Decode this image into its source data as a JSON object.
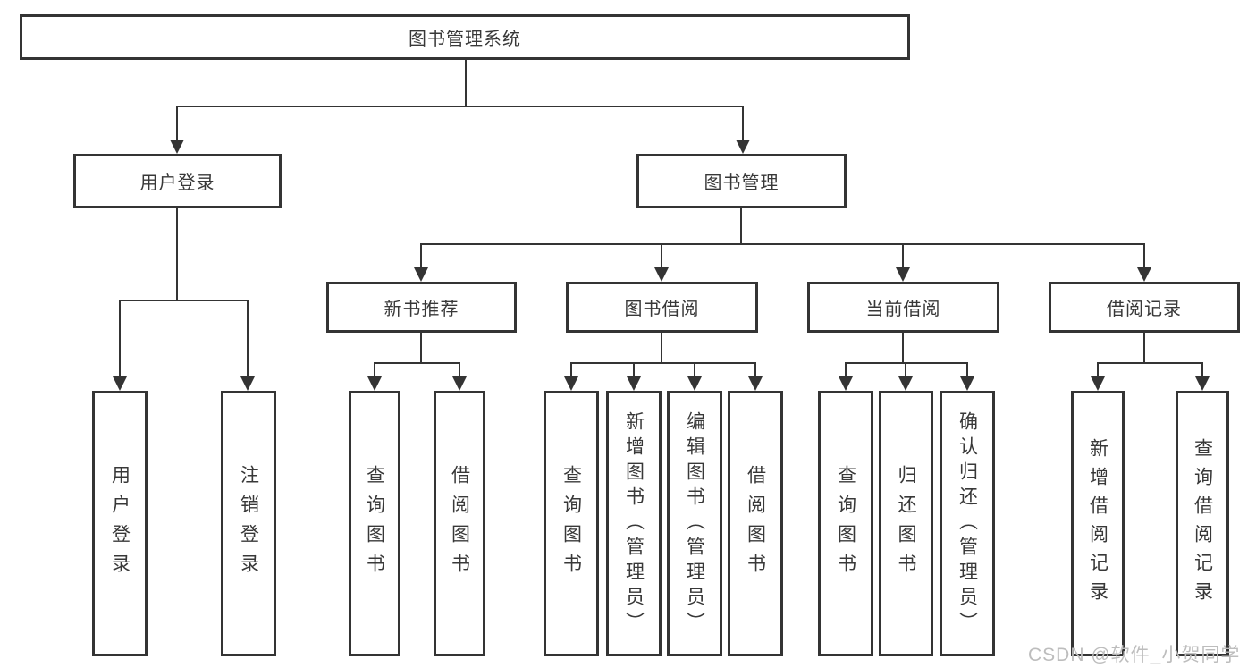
{
  "tree": {
    "label": "图书管理系统",
    "children": [
      {
        "label": "用户登录",
        "children": [
          {
            "label": "用户登录"
          },
          {
            "label": "注销登录"
          }
        ]
      },
      {
        "label": "图书管理",
        "children": [
          {
            "label": "新书推荐",
            "children": [
              {
                "label": "查询图书"
              },
              {
                "label": "借阅图书"
              }
            ]
          },
          {
            "label": "图书借阅",
            "children": [
              {
                "label": "查询图书"
              },
              {
                "label": "新增图书（管理员）"
              },
              {
                "label": "编辑图书（管理员）"
              },
              {
                "label": "借阅图书"
              }
            ]
          },
          {
            "label": "当前借阅",
            "children": [
              {
                "label": "查询图书"
              },
              {
                "label": "归还图书"
              },
              {
                "label": "确认归还（管理员）"
              }
            ]
          },
          {
            "label": "借阅记录",
            "children": [
              {
                "label": "新增借阅记录"
              },
              {
                "label": "查询借阅记录"
              }
            ]
          }
        ]
      }
    ]
  },
  "watermark": {
    "text": "CSDN @软件_小贺同学"
  },
  "colors": {
    "line": "#343434",
    "border": "#343434",
    "text": "#383838",
    "background": "#ffffff",
    "watermark_text": "#bdbdbd"
  }
}
